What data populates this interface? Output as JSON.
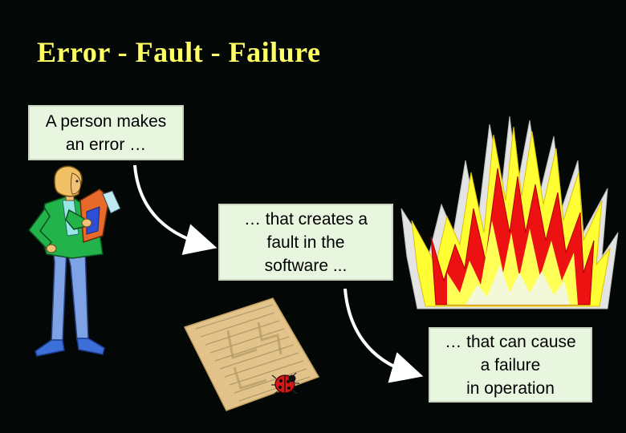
{
  "title": "Error - Fault - Failure",
  "boxes": {
    "error": {
      "line1": "A person makes",
      "line2": "an error …"
    },
    "fault": {
      "line1": "… that creates a",
      "line2": "fault in the",
      "line3": "software ..."
    },
    "failure": {
      "line1": "… that can cause",
      "line2": "a failure",
      "line3": "in operation"
    }
  },
  "icons": {
    "person": "person-icon",
    "bug": "ladybug-icon",
    "document": "code-document-icon",
    "fire": "fire-icon"
  },
  "colors": {
    "background": "#030807",
    "title": "#ffff66",
    "box_fill": "#e9f6df"
  }
}
